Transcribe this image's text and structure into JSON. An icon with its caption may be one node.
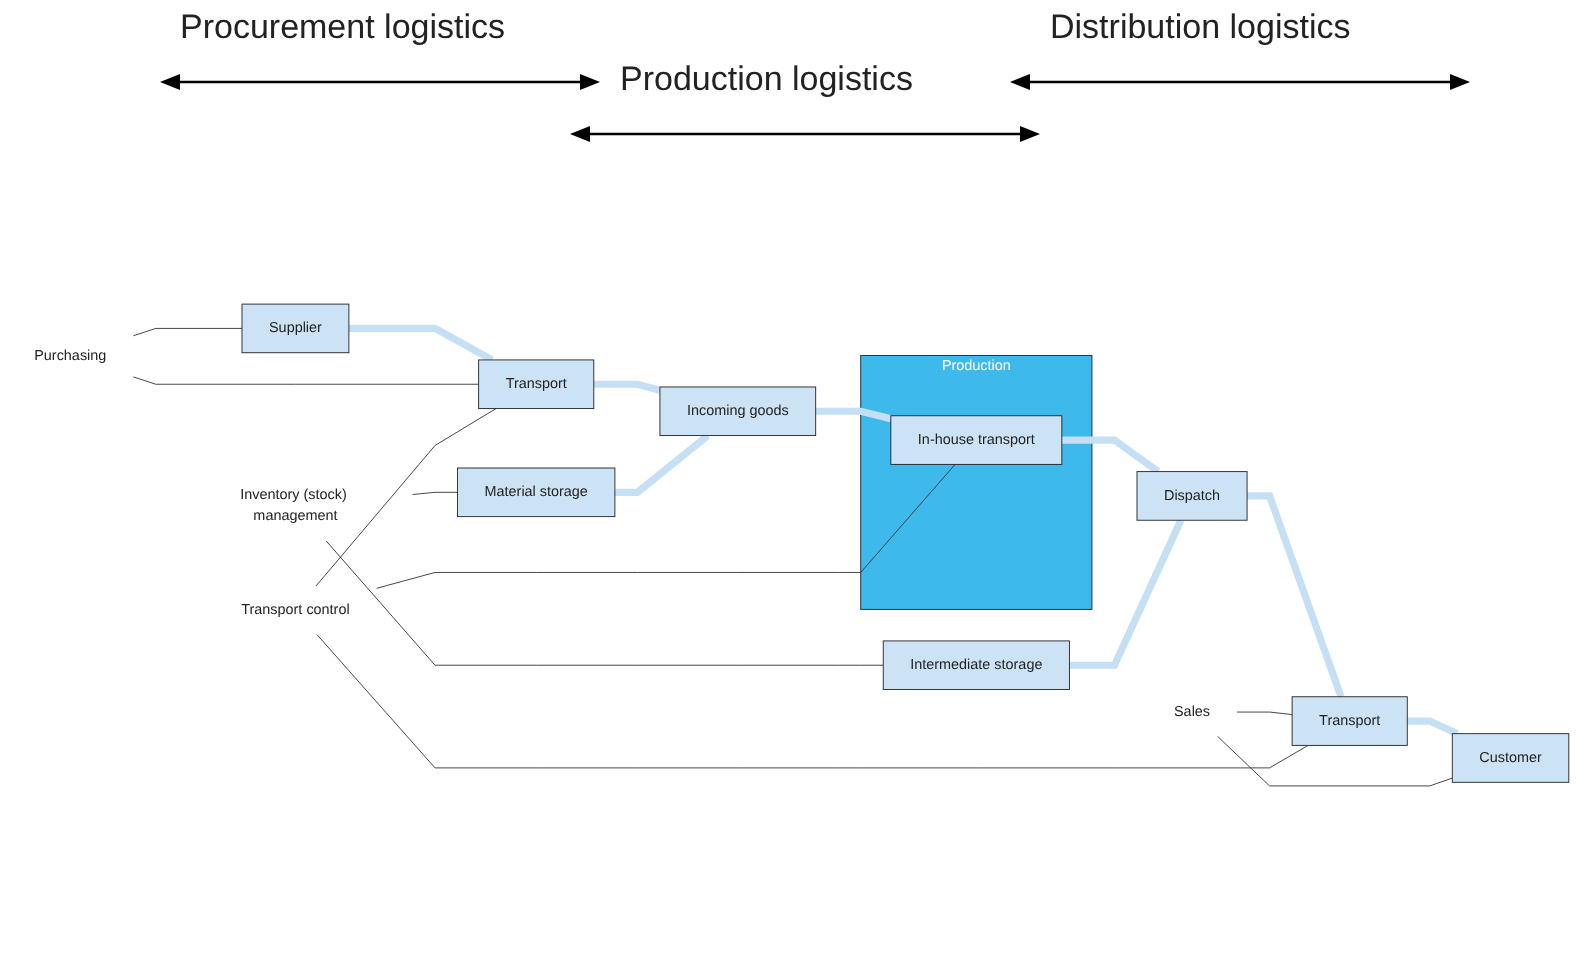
{
  "diagram": {
    "nodes": [
      {
        "text": [
          "Inventory (stock) management"
        ]
      },
      {
        "text": [
          "Material storage"
        ]
      },
      {
        "text": [
          "Production"
        ]
      },
      {
        "text": [
          "Intermediate storage"
        ]
      },
      {
        "text": [
          "Supplier"
        ]
      },
      {
        "text": [
          "Transport"
        ]
      },
      {
        "text": [
          "Incoming goods"
        ]
      },
      {
        "text": [
          "In-house transport"
        ],
        "in": 2
      },
      {
        "text": [
          "Dispatch"
        ]
      },
      {
        "text": [
          "Transport"
        ]
      },
      {
        "text": [
          "Customer"
        ]
      },
      {
        "text": [
          "Purchasing"
        ]
      },
      {
        "text": [
          "Sales"
        ]
      },
      {
        "text": [
          "Transport control"
        ]
      }
    ],
    "edges": [
      {
        "from": 0,
        "to": 1,
        "arrow": "none"
      },
      {
        "from": 0,
        "to": 3,
        "arrow": "none"
      },
      {
        "from": 4,
        "to": 5,
        "arrow": "none",
        "style": "thick",
        "color": "#c5dff5"
      },
      {
        "from": 5,
        "to": 6,
        "arrow": "none",
        "style": "thick",
        "color": "#c5dff5"
      },
      {
        "from": 6,
        "to": 7,
        "arrow": "none",
        "style": "thick",
        "color": "#c5dff5"
      },
      {
        "from": 7,
        "to": 8,
        "arrow": "none",
        "style": "thick",
        "color": "#c5dff5"
      },
      {
        "from": 8,
        "to": 9,
        "arrow": "none",
        "style": "thick",
        "color": "#c5dff5"
      },
      {
        "from": 9,
        "to": 10,
        "arrow": "none",
        "style": "thick",
        "color": "#c5dff5"
      },
      {
        "from": 1,
        "to": 6,
        "arrow": "none",
        "style": "thick",
        "color": "#c5dff5"
      },
      {
        "from": 3,
        "to": 8,
        "arrow": "none",
        "style": "thick",
        "color": "#c5dff5"
      },
      {
        "from": 11,
        "to": 4,
        "arrow": "none"
      },
      {
        "from": 11,
        "to": 5,
        "arrow": "none"
      },
      {
        "from": 12,
        "to": 9,
        "arrow": "none"
      },
      {
        "from": 12,
        "to": 10,
        "arrow": "none"
      },
      {
        "from": 13,
        "to": 5,
        "arrow": "none"
      },
      {
        "from": 13,
        "to": 7,
        "arrow": "none"
      },
      {
        "from": 13,
        "to": 9,
        "arrow": "none"
      }
    ],
    "labels": [
      "Procurement logistics",
      "Production logistics",
      "Distribution logistics"
    ]
  }
}
